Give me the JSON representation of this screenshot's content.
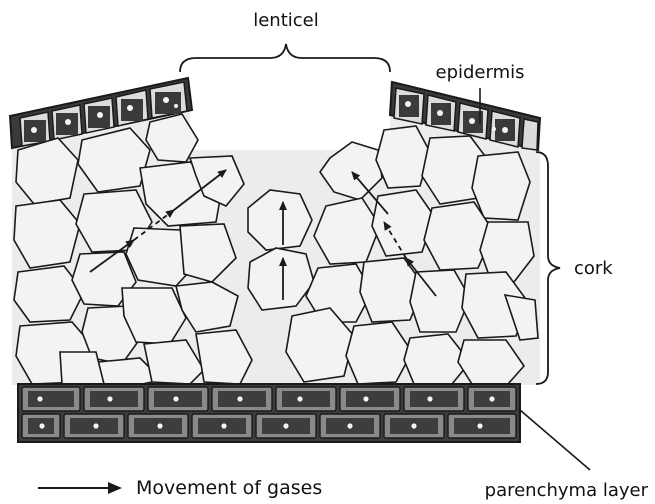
{
  "labels": {
    "lenticel": "lenticel",
    "epidermis": "epidermis",
    "cork": "cork",
    "parenchyma": "parenchyma layer",
    "legend": "Movement of gases"
  },
  "colors": {
    "ink": "#1a1a1a",
    "cell_fill_light": "#f2f2f2",
    "cell_fill_dark": "#d9d9d9",
    "band_fill": "#3d3d3d",
    "background_gray": "#e9e9e9"
  }
}
